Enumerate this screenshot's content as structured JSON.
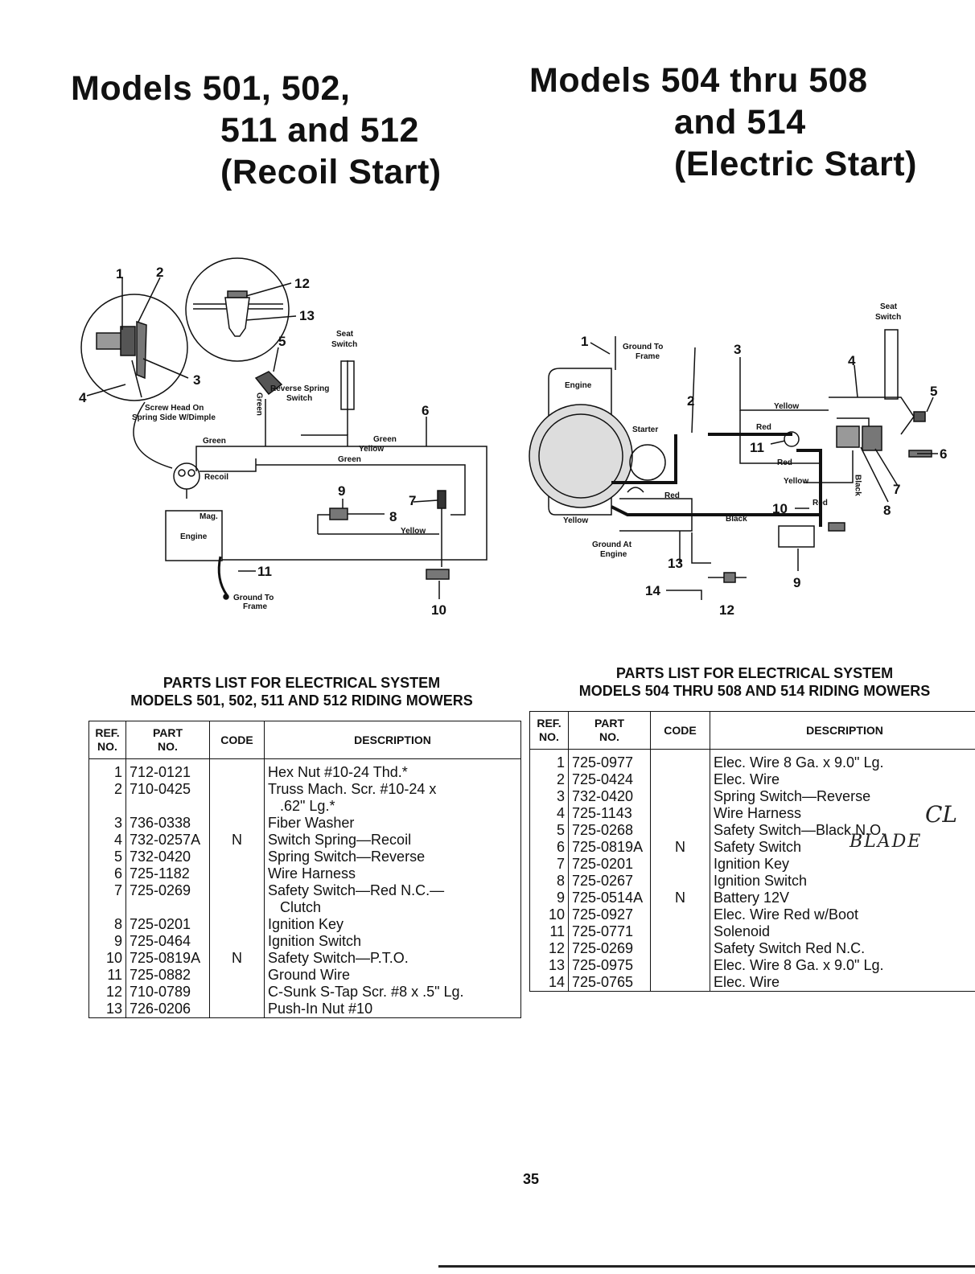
{
  "left_heading": {
    "line1": "Models 501, 502,",
    "line2": "511 and 512",
    "line3": "(Recoil Start)"
  },
  "right_heading": {
    "line1": "Models 504 thru 508",
    "line2": "and 514",
    "line3": "(Electric Start)"
  },
  "left_diagram": {
    "labels": {
      "seat_switch_1": "Seat",
      "seat_switch_2": "Switch",
      "reverse_1": "Reverse Spring",
      "reverse_2": "Switch",
      "screw_1": "Screw Head On",
      "screw_2": "Spring Side W/Dimple",
      "green_a": "Green",
      "green_b": "Green",
      "green_c": "Green",
      "yellow_a": "Yellow",
      "yellow_b": "Yellow",
      "green_vertical": "Green",
      "recoil": "Recoil",
      "mag": "Mag.",
      "engine": "Engine",
      "ground_1": "Ground To",
      "ground_2": "Frame"
    },
    "callouts": [
      "1",
      "2",
      "3",
      "4",
      "5",
      "6",
      "7",
      "8",
      "9",
      "10",
      "11",
      "12",
      "13"
    ]
  },
  "right_diagram": {
    "labels": {
      "seat_switch_1": "Seat",
      "seat_switch_2": "Switch",
      "ground_frame_1": "Ground To",
      "ground_frame_2": "Frame",
      "engine": "Engine",
      "starter": "Starter",
      "yellow_a": "Yellow",
      "yellow_b": "Yellow",
      "yellow_c": "Yellow",
      "red_a": "Red",
      "red_b": "Red",
      "red_c": "Red",
      "red_d": "Red",
      "black": "Black",
      "black_vertical": "Black",
      "ground_engine_1": "Ground At",
      "ground_engine_2": "Engine"
    },
    "callouts": [
      "1",
      "2",
      "3",
      "4",
      "5",
      "6",
      "7",
      "8",
      "9",
      "10",
      "11",
      "12",
      "13",
      "14"
    ]
  },
  "left_table": {
    "title_1": "PARTS LIST FOR ELECTRICAL SYSTEM",
    "title_2": "MODELS 501, 502, 511 AND 512 RIDING MOWERS",
    "headers": {
      "ref_1": "REF.",
      "ref_2": "NO.",
      "part_1": "PART",
      "part_2": "NO.",
      "code": "CODE",
      "description": "DESCRIPTION"
    },
    "rows": [
      {
        "ref": "1",
        "part": "712-0121",
        "code": "",
        "desc": "Hex Nut #10-24 Thd.*"
      },
      {
        "ref": "2",
        "part": "710-0425",
        "code": "",
        "desc": "Truss Mach. Scr. #10-24 x"
      },
      {
        "ref": "",
        "part": "",
        "code": "",
        "desc": "   .62\" Lg.*"
      },
      {
        "ref": "3",
        "part": "736-0338",
        "code": "",
        "desc": "Fiber Washer"
      },
      {
        "ref": "4",
        "part": "732-0257A",
        "code": "N",
        "desc": "Switch Spring—Recoil"
      },
      {
        "ref": "5",
        "part": "732-0420",
        "code": "",
        "desc": "Spring Switch—Reverse"
      },
      {
        "ref": "6",
        "part": "725-1182",
        "code": "",
        "desc": "Wire Harness"
      },
      {
        "ref": "7",
        "part": "725-0269",
        "code": "",
        "desc": "Safety Switch—Red N.C.—"
      },
      {
        "ref": "",
        "part": "",
        "code": "",
        "desc": "   Clutch"
      },
      {
        "ref": "8",
        "part": "725-0201",
        "code": "",
        "desc": "Ignition Key"
      },
      {
        "ref": "9",
        "part": "725-0464",
        "code": "",
        "desc": "Ignition Switch"
      },
      {
        "ref": "10",
        "part": "725-0819A",
        "code": "N",
        "desc": "Safety Switch—P.T.O."
      },
      {
        "ref": "11",
        "part": "725-0882",
        "code": "",
        "desc": "Ground Wire"
      },
      {
        "ref": "12",
        "part": "710-0789",
        "code": "",
        "desc": "C-Sunk S-Tap Scr. #8 x .5\" Lg."
      },
      {
        "ref": "13",
        "part": "726-0206",
        "code": "",
        "desc": "Push-In Nut #10"
      }
    ]
  },
  "right_table": {
    "title_1": "PARTS LIST FOR ELECTRICAL SYSTEM",
    "title_2": "MODELS 504 THRU 508 AND 514 RIDING MOWERS",
    "headers": {
      "ref_1": "REF.",
      "ref_2": "NO.",
      "part_1": "PART",
      "part_2": "NO.",
      "code": "CODE",
      "description": "DESCRIPTION"
    },
    "rows": [
      {
        "ref": "1",
        "part": "725-0977",
        "code": "",
        "desc": "Elec. Wire 8 Ga. x 9.0\" Lg."
      },
      {
        "ref": "2",
        "part": "725-0424",
        "code": "",
        "desc": "Elec. Wire"
      },
      {
        "ref": "3",
        "part": "732-0420",
        "code": "",
        "desc": "Spring Switch—Reverse"
      },
      {
        "ref": "4",
        "part": "725-1143",
        "code": "",
        "desc": "Wire Harness"
      },
      {
        "ref": "5",
        "part": "725-0268",
        "code": "",
        "desc": "Safety Switch—Black N.O."
      },
      {
        "ref": "6",
        "part": "725-0819A",
        "code": "N",
        "desc": "Safety Switch"
      },
      {
        "ref": "7",
        "part": "725-0201",
        "code": "",
        "desc": "Ignition Key"
      },
      {
        "ref": "8",
        "part": "725-0267",
        "code": "",
        "desc": "Ignition Switch"
      },
      {
        "ref": "9",
        "part": "725-0514A",
        "code": "N",
        "desc": "Battery 12V"
      },
      {
        "ref": "10",
        "part": "725-0927",
        "code": "",
        "desc": "Elec. Wire Red w/Boot"
      },
      {
        "ref": "11",
        "part": "725-0771",
        "code": "",
        "desc": "Solenoid"
      },
      {
        "ref": "12",
        "part": "725-0269",
        "code": "",
        "desc": "Safety Switch Red N.C."
      },
      {
        "ref": "13",
        "part": "725-0975",
        "code": "",
        "desc": "Elec. Wire 8 Ga. x 9.0\" Lg."
      },
      {
        "ref": "14",
        "part": "725-0765",
        "code": "",
        "desc": "Elec. Wire"
      }
    ],
    "handwritten": {
      "note_1": "CL",
      "note_2": "BLADE"
    }
  },
  "page_number": "35"
}
